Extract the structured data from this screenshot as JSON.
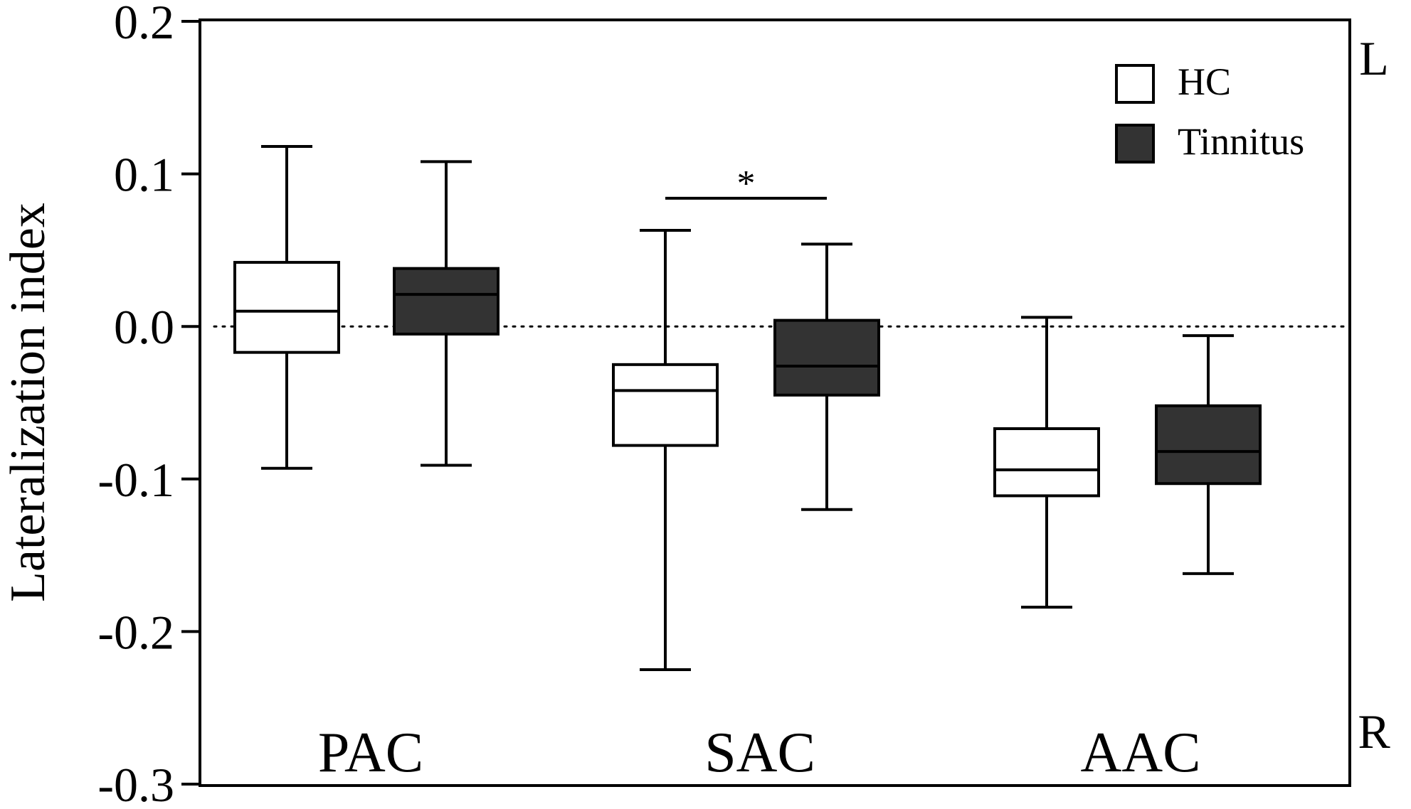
{
  "chart_data": {
    "type": "box",
    "ylabel": "Lateralization index",
    "ylim": [
      -0.3,
      0.2
    ],
    "yticks": [
      "0.2",
      "0.1",
      "0.0",
      "-0.1",
      "-0.2",
      "-0.3"
    ],
    "ytick_values": [
      0.2,
      0.1,
      0.0,
      -0.1,
      -0.2,
      -0.3
    ],
    "categories": [
      "PAC",
      "SAC",
      "AAC"
    ],
    "side_labels": {
      "top": "L",
      "bottom": "R"
    },
    "reference_line": {
      "y": 0.0,
      "style": "dotted"
    },
    "legend": {
      "placement": "top-right"
    },
    "series": [
      {
        "name": "HC",
        "color": "#ffffff",
        "boxes": [
          {
            "category": "PAC",
            "min": -0.093,
            "q1": -0.017,
            "median": 0.01,
            "q3": 0.042,
            "max": 0.118
          },
          {
            "category": "SAC",
            "min": -0.225,
            "q1": -0.078,
            "median": -0.042,
            "q3": -0.025,
            "max": 0.063
          },
          {
            "category": "AAC",
            "min": -0.184,
            "q1": -0.111,
            "median": -0.094,
            "q3": -0.067,
            "max": 0.006
          }
        ]
      },
      {
        "name": "Tinnitus",
        "color": "#333333",
        "boxes": [
          {
            "category": "PAC",
            "min": -0.091,
            "q1": -0.005,
            "median": 0.021,
            "q3": 0.038,
            "max": 0.108
          },
          {
            "category": "SAC",
            "min": -0.12,
            "q1": -0.045,
            "median": -0.026,
            "q3": 0.004,
            "max": 0.054
          },
          {
            "category": "AAC",
            "min": -0.162,
            "q1": -0.103,
            "median": -0.082,
            "q3": -0.052,
            "max": -0.006
          }
        ]
      }
    ],
    "annotations": [
      {
        "text": "*",
        "category": "SAC",
        "y": 0.084,
        "type": "significance-bracket"
      }
    ]
  }
}
